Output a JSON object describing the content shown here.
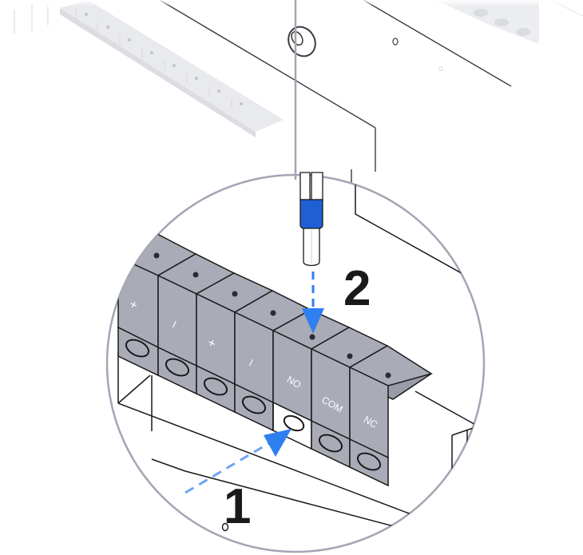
{
  "steps": {
    "step1": "1",
    "step2": "2"
  },
  "terminals": [
    "+",
    "–",
    "+",
    "–",
    "NO",
    "COM",
    "NC"
  ],
  "colors": {
    "terminal_fill": "#a9abb6",
    "terminal_top": "#9a9ca8",
    "outline": "#1a1a1a",
    "ferrule": "#1f5fd6",
    "arrow": "#2f7ff0",
    "zoom_circle": "#a3a5b4",
    "background": "#ffffff"
  },
  "icons": {
    "wire_ferrule": "wire-ferrule-icon",
    "insert_arrow": "dashed-arrow-icon",
    "press_arrow": "dashed-arrow-icon"
  }
}
